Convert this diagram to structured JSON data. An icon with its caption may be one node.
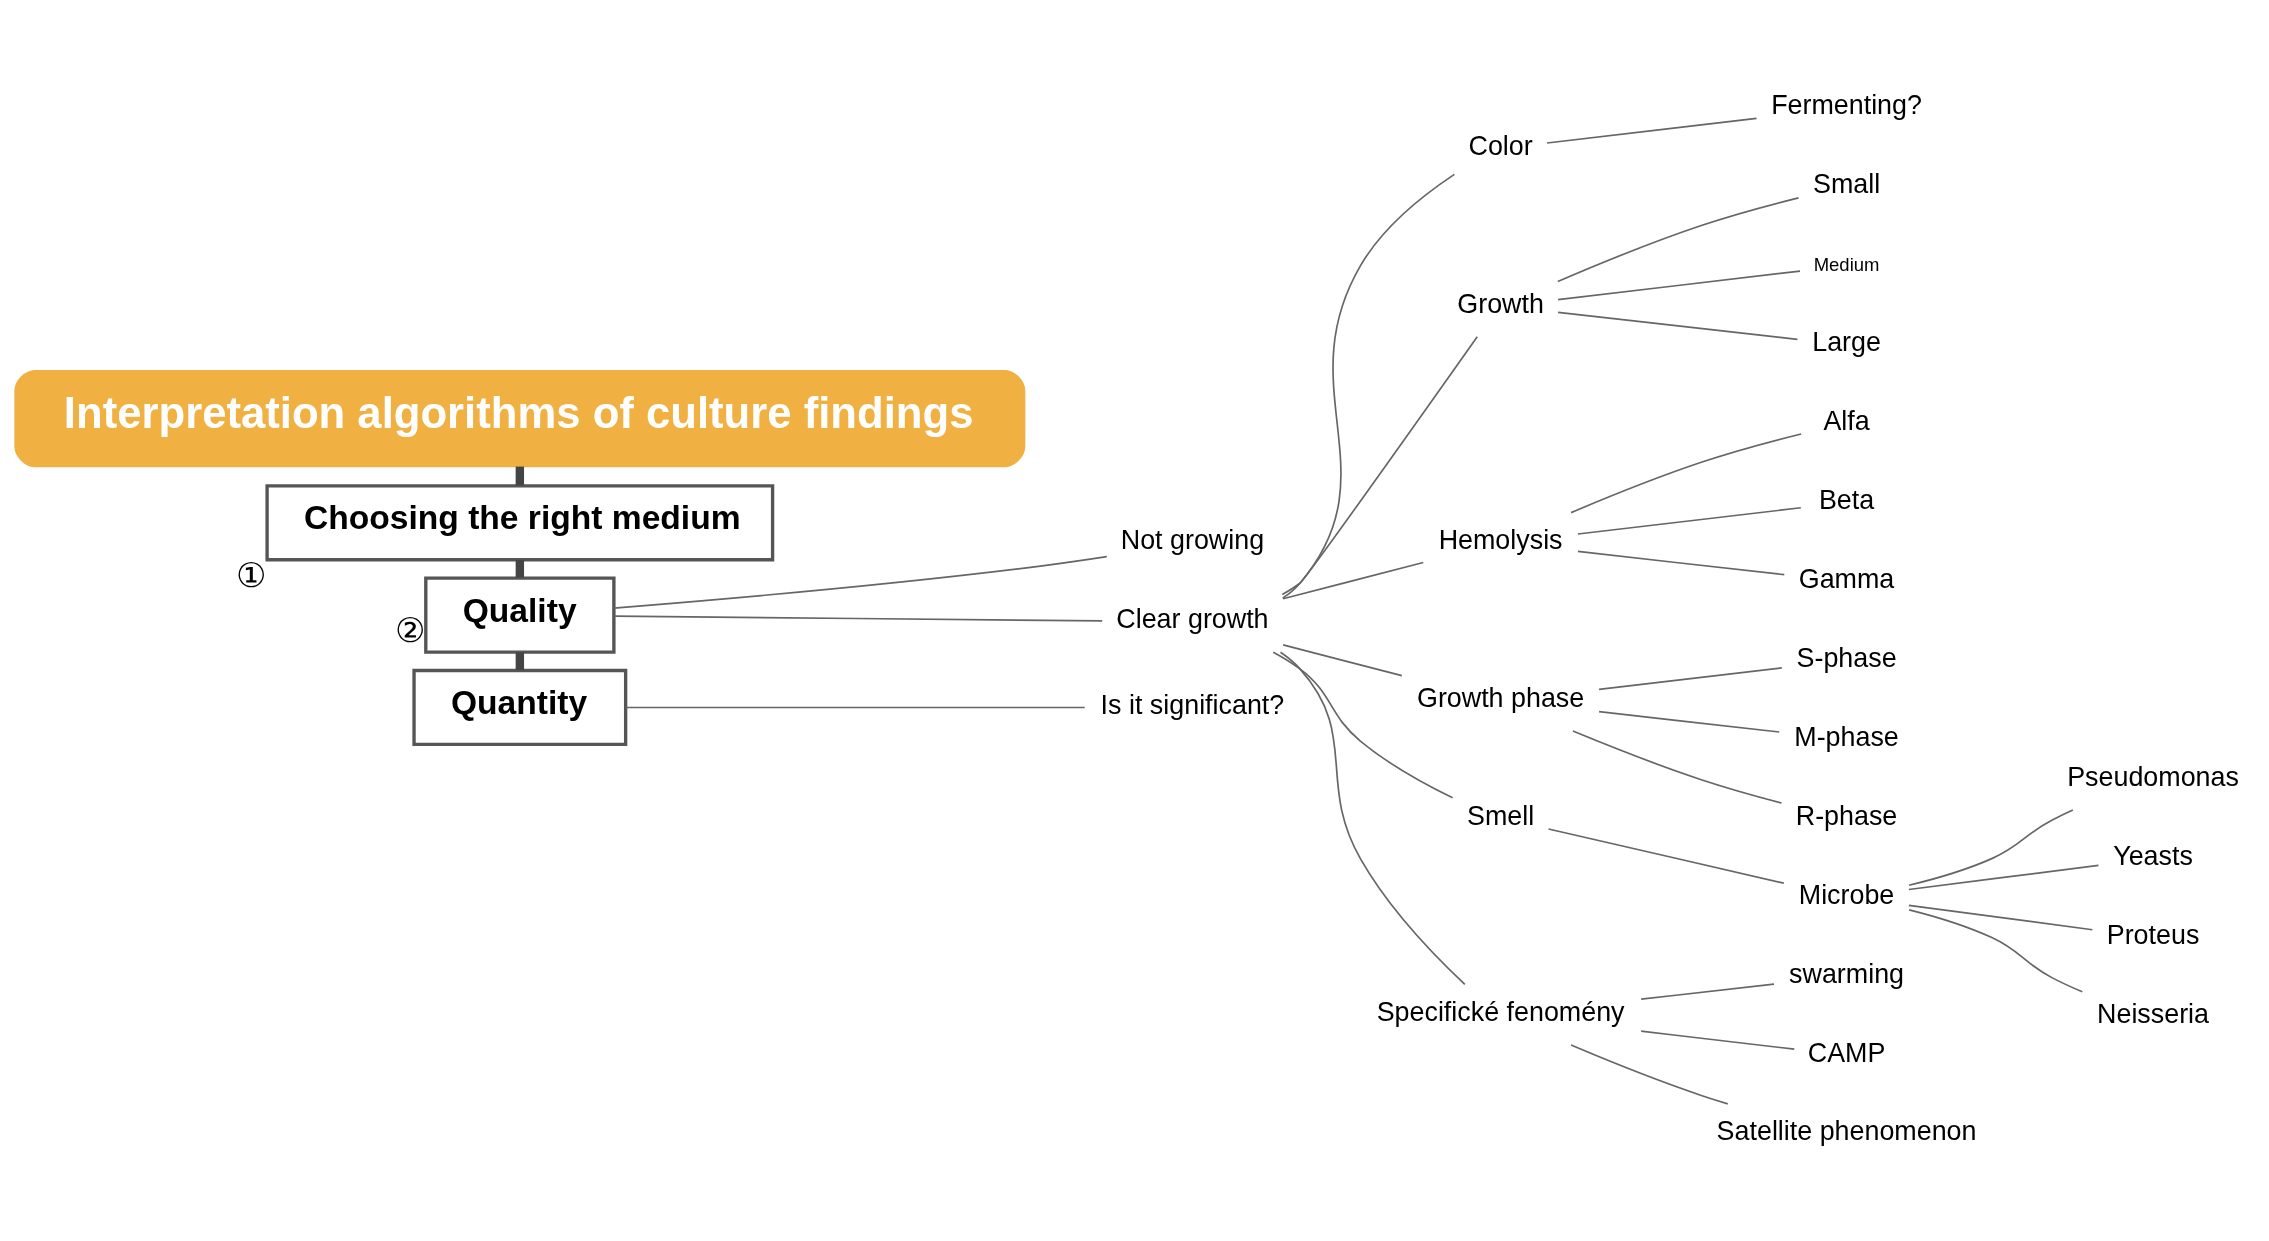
{
  "diagram": {
    "nodes": [
      {
        "text": [
          "Interpretation algorithms of culture findings"
        ]
      },
      {
        "text": [
          "Choosing the right medium"
        ],
        "beside": [
          "①"
        ]
      },
      {
        "text": [
          "Quality"
        ],
        "beside": [
          "②"
        ]
      },
      {
        "text": [
          "Quantity"
        ]
      },
      {
        "text": [
          "Is it significant?"
        ]
      },
      {
        "text": [
          "Not growing"
        ]
      },
      {
        "text": [
          "Clear growth"
        ]
      },
      {
        "text": [
          "Color"
        ]
      },
      {
        "text": [
          "Fermenting?"
        ]
      },
      {
        "text": [
          "Growth"
        ]
      },
      {
        "text": [
          "Small"
        ]
      },
      {
        "text": [
          "Medium"
        ]
      },
      {
        "text": [
          "Large"
        ]
      },
      {
        "text": [
          "Hemolysis"
        ]
      },
      {
        "text": [
          "Alfa"
        ]
      },
      {
        "text": [
          "Beta"
        ]
      },
      {
        "text": [
          "Gamma"
        ]
      },
      {
        "text": [
          "Growth phase"
        ]
      },
      {
        "text": [
          "S-phase"
        ]
      },
      {
        "text": [
          "M-phase"
        ]
      },
      {
        "text": [
          "R-phase"
        ]
      },
      {
        "text": [
          "Smell"
        ]
      },
      {
        "text": [
          "Microbe"
        ]
      },
      {
        "text": [
          "Pseudomonas"
        ]
      },
      {
        "text": [
          "Yeasts"
        ]
      },
      {
        "text": [
          "Proteus"
        ]
      },
      {
        "text": [
          "Neisseria"
        ]
      },
      {
        "text": [
          "Specifické fenomény"
        ]
      },
      {
        "text": [
          "swarming"
        ]
      },
      {
        "text": [
          "CAMP"
        ]
      },
      {
        "text": [
          "Satellite phenomenon"
        ]
      }
    ],
    "edges": [
      {
        "from": 0,
        "to": 1,
        "arrow": "none",
        "style": "thick"
      },
      {
        "from": 1,
        "to": 2,
        "arrow": "none",
        "style": "thick"
      },
      {
        "from": 2,
        "to": 3,
        "arrow": "none",
        "style": "thick"
      },
      {
        "from": 3,
        "to": 4,
        "arrow": "none"
      },
      {
        "from": 2,
        "to": 5,
        "arrow": "none"
      },
      {
        "from": 2,
        "to": 6,
        "arrow": "none"
      },
      {
        "from": 6,
        "to": 7,
        "arrow": "none"
      },
      {
        "from": 6,
        "to": 9,
        "arrow": "none"
      },
      {
        "from": 6,
        "to": 13,
        "arrow": "none"
      },
      {
        "from": 6,
        "to": 17,
        "arrow": "none"
      },
      {
        "from": 6,
        "to": 21,
        "arrow": "none"
      },
      {
        "from": 6,
        "to": 27,
        "arrow": "none"
      },
      {
        "from": 7,
        "to": 8,
        "arrow": "none"
      },
      {
        "from": 9,
        "to": 10,
        "arrow": "none"
      },
      {
        "from": 9,
        "to": 11,
        "arrow": "none"
      },
      {
        "from": 9,
        "to": 12,
        "arrow": "none"
      },
      {
        "from": 13,
        "to": 14,
        "arrow": "none"
      },
      {
        "from": 13,
        "to": 15,
        "arrow": "none"
      },
      {
        "from": 13,
        "to": 16,
        "arrow": "none"
      },
      {
        "from": 17,
        "to": 18,
        "arrow": "none"
      },
      {
        "from": 17,
        "to": 19,
        "arrow": "none"
      },
      {
        "from": 17,
        "to": 20,
        "arrow": "none"
      },
      {
        "from": 21,
        "to": 22,
        "arrow": "none"
      },
      {
        "from": 22,
        "to": 23,
        "arrow": "none"
      },
      {
        "from": 22,
        "to": 24,
        "arrow": "none"
      },
      {
        "from": 22,
        "to": 25,
        "arrow": "none"
      },
      {
        "from": 22,
        "to": 26,
        "arrow": "none"
      },
      {
        "from": 27,
        "to": 28,
        "arrow": "none"
      },
      {
        "from": 27,
        "to": 29,
        "arrow": "none"
      },
      {
        "from": 27,
        "to": 30,
        "arrow": "none"
      }
    ]
  }
}
